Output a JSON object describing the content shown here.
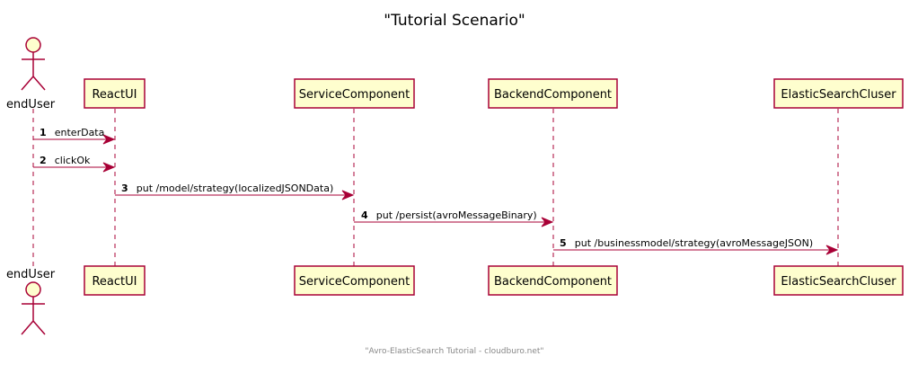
{
  "title": "\"Tutorial Scenario\"",
  "footer": "\"Avro-ElasticSearch Tutorial - cloudburo.net\"",
  "colors": {
    "border": "#A80036",
    "fill": "#FEFECE"
  },
  "participants": [
    {
      "id": "endUser",
      "label": "endUser",
      "kind": "actor"
    },
    {
      "id": "ReactUI",
      "label": "ReactUI",
      "kind": "participant"
    },
    {
      "id": "ServiceComponent",
      "label": "ServiceComponent",
      "kind": "participant"
    },
    {
      "id": "BackendComponent",
      "label": "BackendComponent",
      "kind": "participant"
    },
    {
      "id": "ElasticSearchCluser",
      "label": "ElasticSearchCluser",
      "kind": "participant"
    }
  ],
  "messages": [
    {
      "num": "1",
      "text": "enterData",
      "from": "endUser",
      "to": "ReactUI"
    },
    {
      "num": "2",
      "text": "clickOk",
      "from": "endUser",
      "to": "ReactUI"
    },
    {
      "num": "3",
      "text": "put /model/strategy(localizedJSONData)",
      "from": "ReactUI",
      "to": "ServiceComponent"
    },
    {
      "num": "4",
      "text": "put /persist(avroMessageBinary)",
      "from": "ServiceComponent",
      "to": "BackendComponent"
    },
    {
      "num": "5",
      "text": "put /businessmodel/strategy(avroMessageJSON)",
      "from": "BackendComponent",
      "to": "ElasticSearchCluser"
    }
  ]
}
